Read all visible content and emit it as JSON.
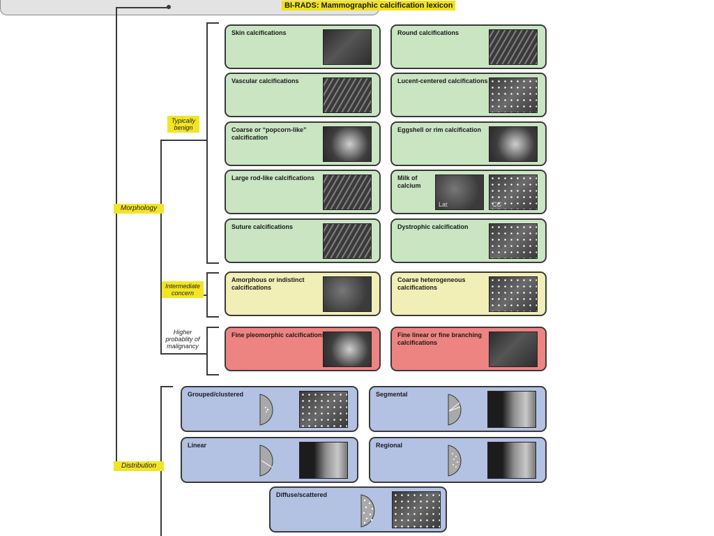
{
  "header": {
    "title": "BI-RADS: Mammographic calcification lexicon"
  },
  "branches": {
    "morphology": "Morphology",
    "distribution": "Distribution",
    "typically_benign": "Typically benign",
    "intermediate": "Intermediate concern",
    "higher": "Higher probablity of malignancy"
  },
  "morphology": {
    "benign": [
      "Skin calcifications",
      "Round calcifications",
      "Vascular calcifications",
      "Lucent-centered calcifications",
      "Coarse or “popcorn-like” calcification",
      "Eggshell or rim calcification",
      "Large rod-like calcifications",
      "Milk of calcium",
      "Suture calcifications",
      "Dystrophic calcification"
    ],
    "milk_views": [
      "Lat",
      "CC"
    ],
    "intermediate": [
      "Amorphous or indistinct calcifications",
      "Coarse heterogeneous calcifications"
    ],
    "higher": [
      "Fine pleomorphic calcifications",
      "Fine linear or fine branching calcifications"
    ]
  },
  "distribution": [
    "Grouped/clustered",
    "Segmental",
    "Linear",
    "Regional",
    "Diffuse/scattered"
  ],
  "colors": {
    "benign": "#c9e5c2",
    "intermediate": "#f1efb6",
    "higher": "#ee8482",
    "distribution": "#b3c1e2",
    "highlight": "#f3e526"
  }
}
